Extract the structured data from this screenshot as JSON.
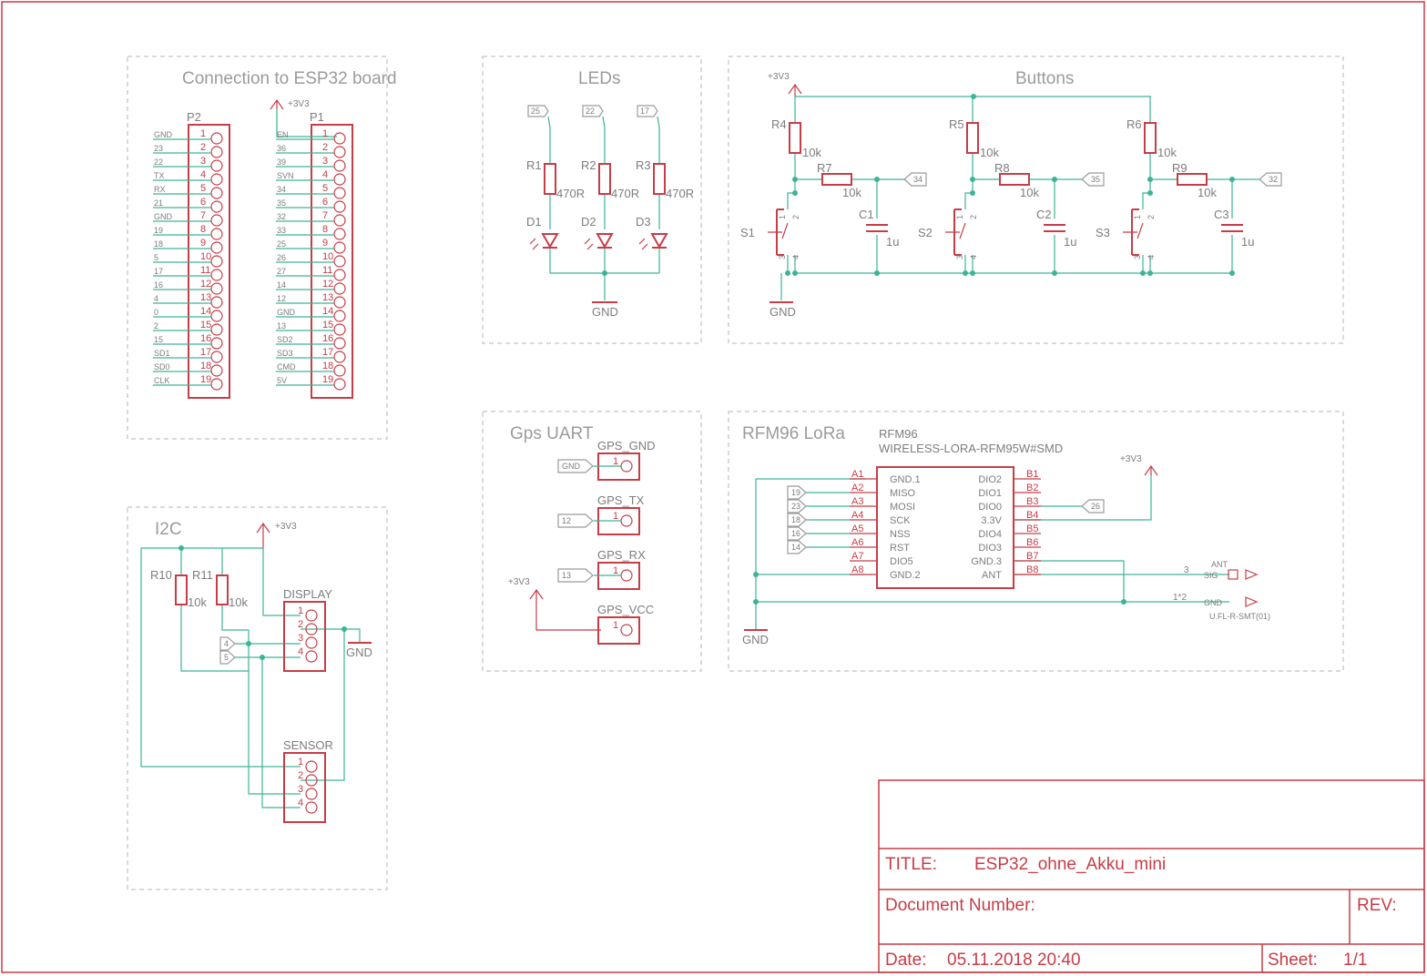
{
  "sheet": {
    "sections": {
      "esp32": "Connection to ESP32 board",
      "leds": "LEDs",
      "buttons": "Buttons",
      "i2c": "I2C",
      "gps": "Gps UART",
      "lora": "RFM96 LoRa"
    },
    "power": {
      "v33": "+3V3",
      "gnd": "GND"
    }
  },
  "esp32": {
    "p2_name": "P2",
    "p1_name": "P1",
    "p2_pins": [
      "GND",
      "23",
      "22",
      "TX",
      "RX",
      "21",
      "GND",
      "19",
      "18",
      "5",
      "17",
      "16",
      "4",
      "0",
      "2",
      "15",
      "SD1",
      "SD0",
      "CLK"
    ],
    "p1_pins": [
      "EN",
      "36",
      "39",
      "SVN",
      "34",
      "35",
      "32",
      "33",
      "25",
      "26",
      "27",
      "14",
      "12",
      "GND",
      "13",
      "SD2",
      "SD3",
      "CMD",
      "5V"
    ],
    "pin_numbers": [
      "1",
      "2",
      "3",
      "4",
      "5",
      "6",
      "7",
      "8",
      "9",
      "10",
      "11",
      "12",
      "13",
      "14",
      "15",
      "16",
      "17",
      "18",
      "19"
    ]
  },
  "leds": {
    "items": [
      {
        "gpio": "25",
        "res": "R1",
        "val": "470R",
        "diode": "D1"
      },
      {
        "gpio": "22",
        "res": "R2",
        "val": "470R",
        "diode": "D2"
      },
      {
        "gpio": "17",
        "res": "R3",
        "val": "470R",
        "diode": "D3"
      }
    ]
  },
  "buttons": {
    "items": [
      {
        "pull": "R4",
        "pullv": "10k",
        "ser": "R7",
        "serv": "10k",
        "cap": "C1",
        "capv": "1u",
        "sw": "S1",
        "gpio": "34"
      },
      {
        "pull": "R5",
        "pullv": "10k",
        "ser": "R8",
        "serv": "10k",
        "cap": "C2",
        "capv": "1u",
        "sw": "S2",
        "gpio": "35"
      },
      {
        "pull": "R6",
        "pullv": "10k",
        "ser": "R9",
        "serv": "10k",
        "cap": "C3",
        "capv": "1u",
        "sw": "S3",
        "gpio": "32"
      }
    ],
    "sw_pins": [
      "1",
      "2",
      "3",
      "4"
    ]
  },
  "i2c": {
    "r10": "R10",
    "r10v": "10k",
    "r11": "R11",
    "r11v": "10k",
    "display": "DISPLAY",
    "sensor": "SENSOR",
    "flags": [
      "4",
      "5"
    ],
    "pins": [
      "1",
      "2",
      "3",
      "4"
    ]
  },
  "gps": {
    "items": [
      {
        "name": "GPS_GND",
        "flag": "GND",
        "pin": "1"
      },
      {
        "name": "GPS_TX",
        "flag": "12",
        "pin": "1"
      },
      {
        "name": "GPS_RX",
        "flag": "13",
        "pin": "1"
      },
      {
        "name": "GPS_VCC",
        "flag": "",
        "pin": "1"
      }
    ]
  },
  "lora": {
    "part": "RFM96",
    "value": "WIRELESS-LORA-RFM95W#SMD",
    "left_pins": [
      "A1",
      "A2",
      "A3",
      "A4",
      "A5",
      "A6",
      "A7",
      "A8"
    ],
    "left_names": [
      "GND.1",
      "MISO",
      "MOSI",
      "SCK",
      "NSS",
      "RST",
      "DIO5",
      "GND.2"
    ],
    "right_pins": [
      "B1",
      "B2",
      "B3",
      "B4",
      "B5",
      "B6",
      "B7",
      "B8"
    ],
    "right_names": [
      "DIO2",
      "DIO1",
      "DIO0",
      "3.3V",
      "DIO4",
      "DIO3",
      "GND.3",
      "ANT"
    ],
    "left_flags": [
      "19",
      "23",
      "18",
      "16",
      "14"
    ],
    "dio0_flag": "26",
    "ant_pin_sig": "3",
    "ant_pin_gnd": "1*2",
    "ant_label": "ANT",
    "ant_sig": "SIG",
    "ant_gnd": "GND",
    "ant_part": "U.FL-R-SMT(01)"
  },
  "title_block": {
    "title_label": "TITLE:",
    "title_value": "ESP32_ohne_Akku_mini",
    "doc_label": "Document Number:",
    "rev_label": "REV:",
    "date_label": "Date:",
    "date_value": "05.11.2018 20:40",
    "sheet_label": "Sheet:",
    "sheet_value": "1/1"
  }
}
